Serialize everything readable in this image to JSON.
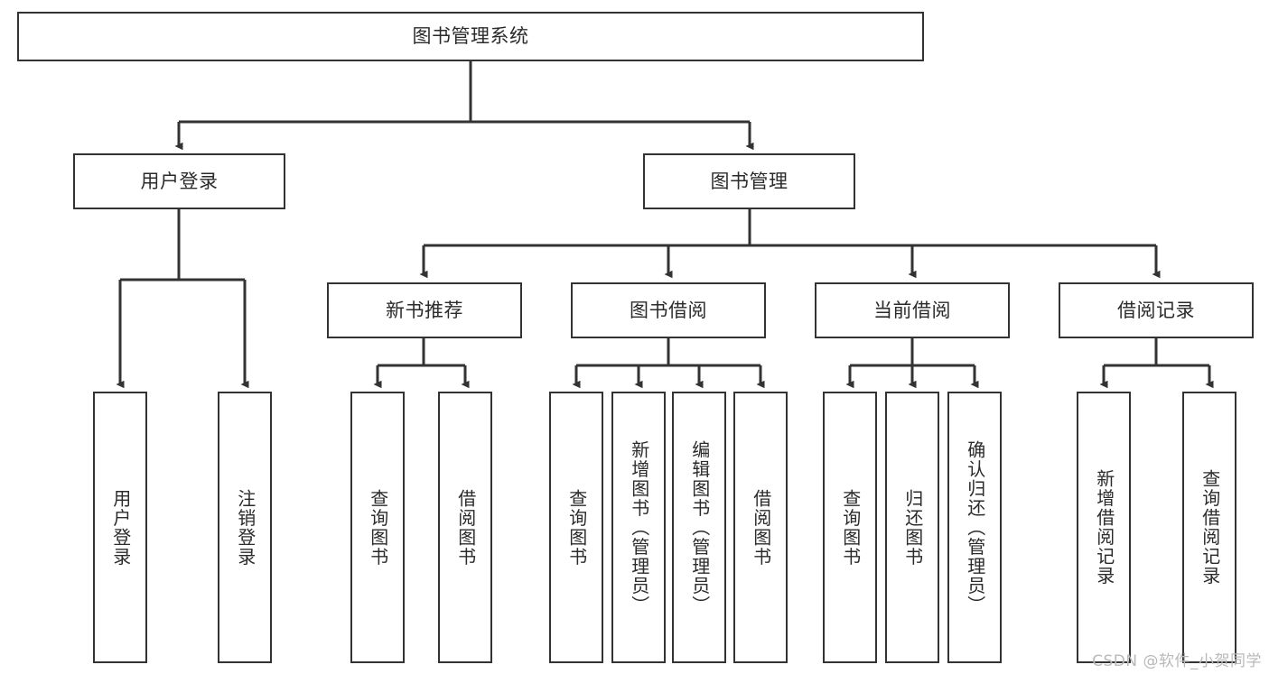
{
  "diagram": {
    "title": "图书管理系统",
    "type": "hierarchy-tree",
    "colors": {
      "box_border": "#333333",
      "box_fill": "#ffffff",
      "connector": "#333333",
      "text": "#2b2b2b",
      "watermark": "#b9b9b9"
    },
    "levels": {
      "root": {
        "label": "图书管理系统"
      },
      "level2": [
        {
          "label": "用户登录"
        },
        {
          "label": "图书管理"
        }
      ],
      "level3": [
        {
          "label": "新书推荐"
        },
        {
          "label": "图书借阅"
        },
        {
          "label": "当前借阅"
        },
        {
          "label": "借阅记录"
        }
      ],
      "leaves": [
        {
          "label": "用户登录",
          "parent": "用户登录"
        },
        {
          "label": "注销登录",
          "parent": "用户登录"
        },
        {
          "label": "查询图书",
          "parent": "新书推荐"
        },
        {
          "label": "借阅图书",
          "parent": "新书推荐"
        },
        {
          "label": "查询图书",
          "parent": "图书借阅"
        },
        {
          "label": "新增图书（管理员）",
          "parent": "图书借阅"
        },
        {
          "label": "编辑图书（管理员）",
          "parent": "图书借阅"
        },
        {
          "label": "借阅图书",
          "parent": "图书借阅"
        },
        {
          "label": "查询图书",
          "parent": "当前借阅"
        },
        {
          "label": "归还图书",
          "parent": "当前借阅"
        },
        {
          "label": "确认归还（管理员）",
          "parent": "当前借阅"
        },
        {
          "label": "新增借阅记录",
          "parent": "借阅记录"
        },
        {
          "label": "查询借阅记录",
          "parent": "借阅记录"
        }
      ]
    }
  },
  "watermark": {
    "text": "CSDN @软件_小贺同学"
  }
}
